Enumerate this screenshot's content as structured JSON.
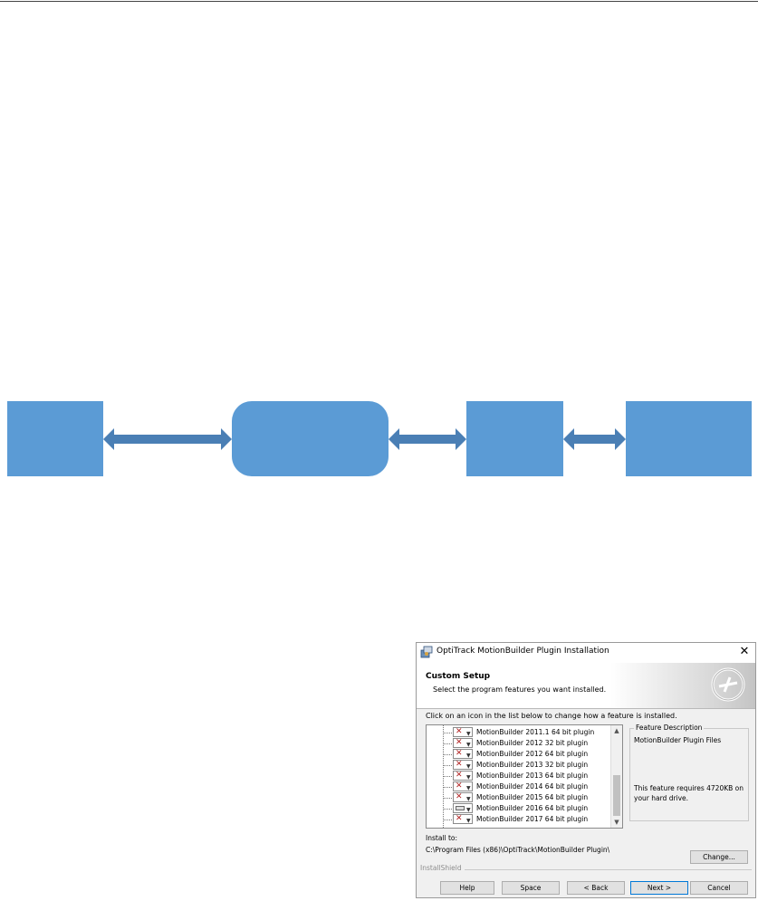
{
  "dialog": {
    "title": "OptiTrack MotionBuilder Plugin Installation",
    "close_glyph": "✕",
    "heading": "Custom Setup",
    "subheading": "Select the program features you want installed.",
    "instruction": "Click on an icon in the list below to change how a feature is installed.",
    "features": [
      {
        "label": "MotionBuilder 2011.1 64 bit plugin",
        "state": "x-icon"
      },
      {
        "label": "MotionBuilder 2012 32 bit plugin",
        "state": "x-icon"
      },
      {
        "label": "MotionBuilder 2012 64 bit plugin",
        "state": "x-icon"
      },
      {
        "label": "MotionBuilder 2013 32 bit plugin",
        "state": "x-icon"
      },
      {
        "label": "MotionBuilder 2013 64 bit plugin",
        "state": "x-icon"
      },
      {
        "label": "MotionBuilder 2014 64 bit plugin",
        "state": "x-icon"
      },
      {
        "label": "MotionBuilder 2015 64 bit plugin",
        "state": "x-icon"
      },
      {
        "label": "MotionBuilder 2016 64 bit plugin",
        "state": "drive-icon"
      },
      {
        "label": "MotionBuilder 2017 64 bit plugin",
        "state": "x-icon"
      }
    ],
    "feature_description_legend": "Feature Description",
    "feature_description_title": "MotionBuilder Plugin Files",
    "feature_requirement": "This feature requires 4720KB on your hard drive.",
    "install_to_label": "Install to:",
    "install_path": "C:\\Program Files (x86)\\OptiTrack\\MotionBuilder Plugin\\",
    "change_button": "Change...",
    "brand": "InstallShield",
    "buttons": {
      "help": "Help",
      "space": "Space",
      "back": "< Back",
      "next": "Next >",
      "cancel": "Cancel"
    }
  },
  "diagram": {
    "box_color": "#5b9bd5",
    "arrow_color": "#4a7fb5"
  }
}
